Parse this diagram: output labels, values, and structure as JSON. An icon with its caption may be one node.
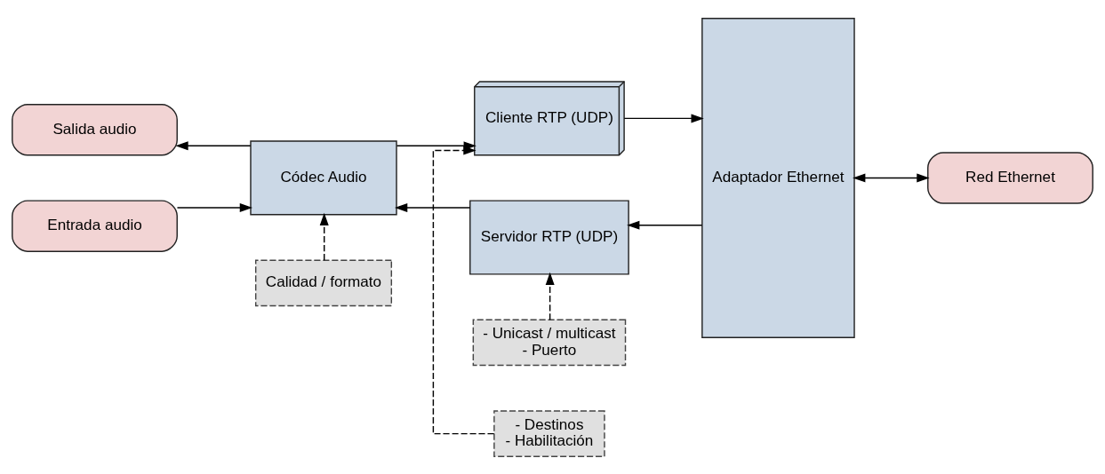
{
  "diagram": {
    "nodes": [
      {
        "text": [
          "Salida audio"
        ]
      },
      {
        "text": [
          "Entrada audio"
        ]
      },
      {
        "text": [
          "Códec Audio"
        ]
      },
      {
        "text": [
          "Calidad / formato"
        ]
      },
      {
        "text": [
          "- Unicast / multicast",
          "- Puerto"
        ]
      },
      {
        "text": [
          "Servidor RTP (UDP)"
        ]
      },
      {
        "text": [
          "Cliente RTP (UDP)"
        ]
      },
      {
        "text": [
          "- Destinos",
          "- Habilitación"
        ]
      },
      {
        "text": [
          "Adaptador Ethernet"
        ]
      },
      {
        "text": [
          "Red Ethernet"
        ]
      }
    ],
    "edges": [
      {
        "from": 2,
        "to": 0,
        "arrow": "to"
      },
      {
        "from": 1,
        "to": 2,
        "arrow": "to"
      },
      {
        "from": 5,
        "to": 2,
        "arrow": "to"
      },
      {
        "from": 2,
        "to": 6,
        "arrow": "to"
      },
      {
        "from": 3,
        "to": 2,
        "arrow": "to",
        "style": "dashed"
      },
      {
        "from": 4,
        "to": 5,
        "arrow": "to",
        "style": "dashed"
      },
      {
        "from": 7,
        "to": 6,
        "arrow": "to",
        "style": "dashed"
      },
      {
        "from": 8,
        "to": 5,
        "arrow": "to"
      },
      {
        "from": 6,
        "to": 8,
        "arrow": "to"
      },
      {
        "from": 8,
        "to": 9,
        "arrow": "both"
      }
    ]
  }
}
